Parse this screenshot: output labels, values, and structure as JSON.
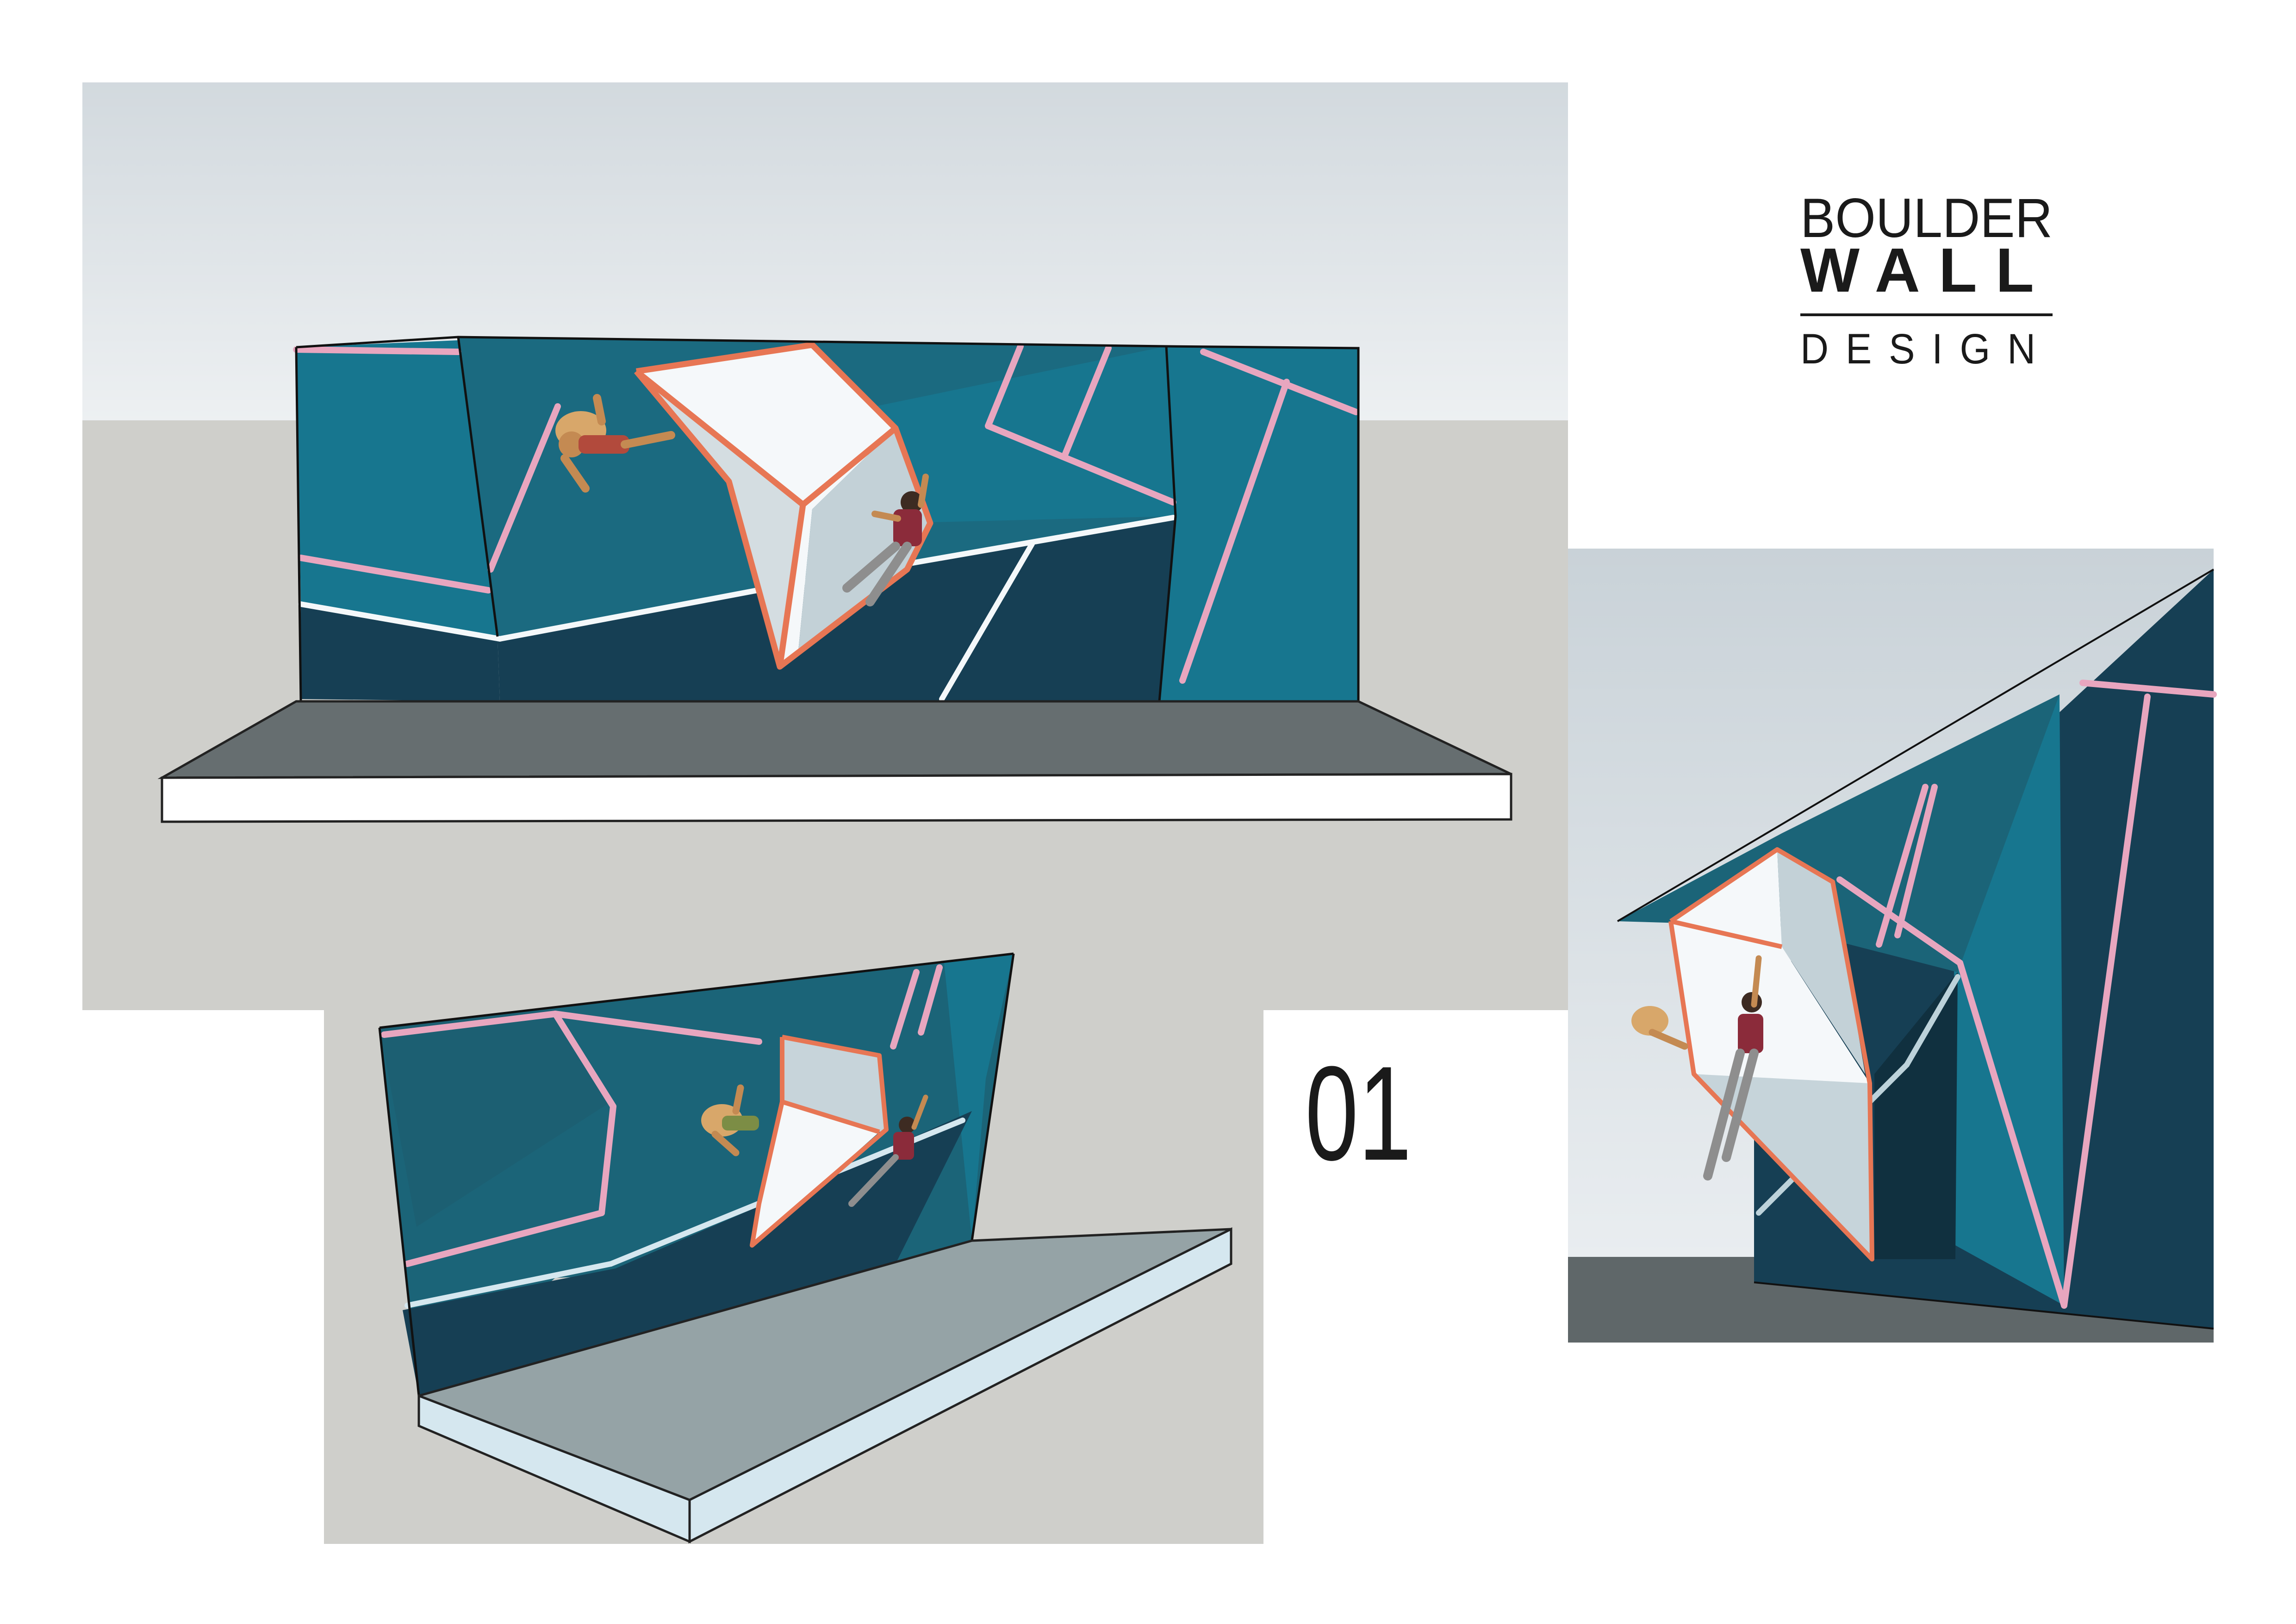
{
  "logo": {
    "line1": "BOULDER",
    "line2": "WALL",
    "line3": "DESIGN"
  },
  "sheet_number": "01",
  "colors": {
    "sky": "#dde2e6",
    "ground": "#cfcfcb",
    "wall_teal": "#17768f",
    "wall_mid": "#1b6478",
    "wall_dark": "#163f54",
    "wall_darkest": "#10303f",
    "pink_line": "#e8a6bf",
    "white_line": "#f4f8fa",
    "orange_edge": "#e77654",
    "volume_light": "#f6f8fa",
    "volume_shade": "#c3d1d7",
    "mat_top": "#666e70",
    "mat_side": "#ffffff",
    "mat_top_perspective": "#95a3a6",
    "mat_side_perspective": "#d5e7ef"
  },
  "views": [
    "front-view",
    "perspective-view",
    "side-view"
  ]
}
